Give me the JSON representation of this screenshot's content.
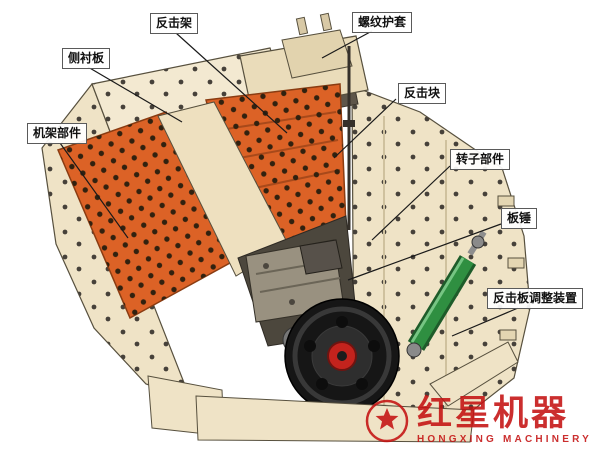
{
  "diagram": {
    "labels": [
      {
        "id": "impact-frame",
        "text": "反击架"
      },
      {
        "id": "threaded-sleeve",
        "text": "螺纹护套"
      },
      {
        "id": "side-liner",
        "text": "侧衬板"
      },
      {
        "id": "impact-block",
        "text": "反击块"
      },
      {
        "id": "frame-parts",
        "text": "机架部件"
      },
      {
        "id": "rotor-parts",
        "text": "转子部件"
      },
      {
        "id": "blow-bar",
        "text": "板锤"
      },
      {
        "id": "impact-plate-adjustment",
        "text": "反击板调整装置"
      }
    ]
  },
  "watermark": {
    "brand_cn": "红星机器",
    "brand_en": "HONGXING MACHINERY"
  },
  "colors": {
    "body_cream": "#efe3c6",
    "liner_orange": "#dc6226",
    "cylinder_green": "#2f8f41",
    "flywheel_black": "#161616",
    "hub_red": "#c3231d",
    "watermark_red": "#c41212"
  }
}
